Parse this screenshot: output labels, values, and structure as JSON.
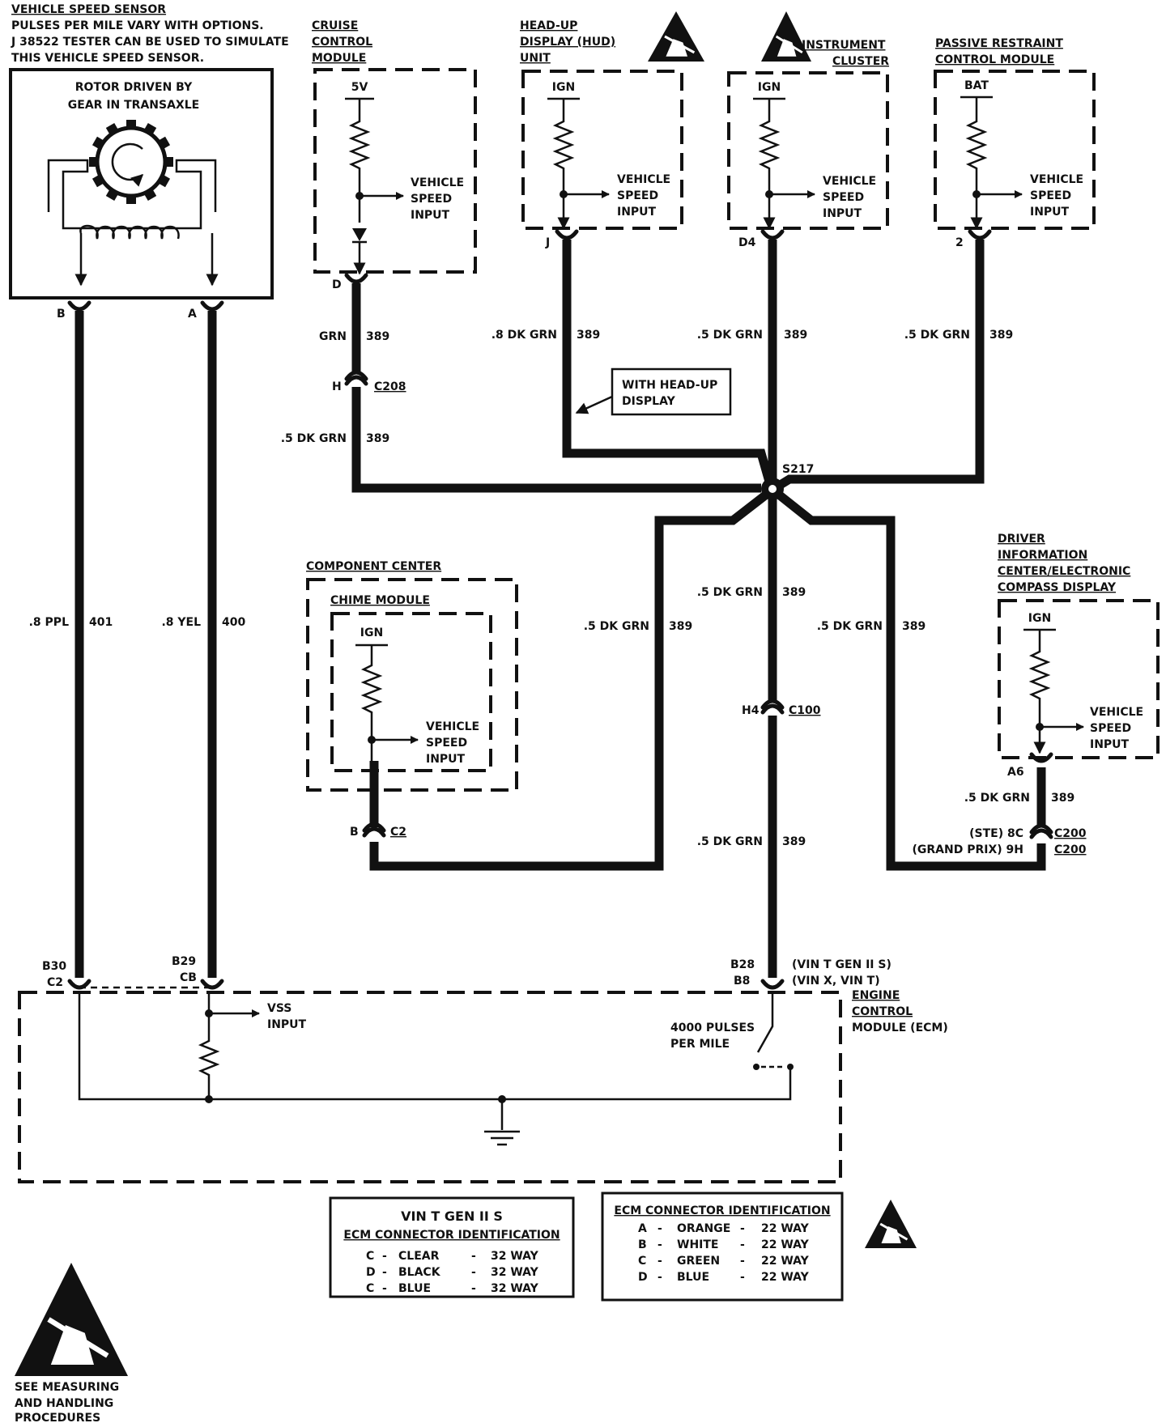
{
  "sensor": {
    "title": "VEHICLE SPEED SENSOR",
    "note1": "PULSES PER MILE VARY WITH OPTIONS.",
    "note2": "J 38522 TESTER CAN BE USED TO SIMULATE",
    "note3": "THIS VEHICLE SPEED SENSOR.",
    "rotor1": "ROTOR DRIVEN BY",
    "rotor2": "GEAR IN TRANSAXLE",
    "pin_b": "B",
    "pin_a": "A",
    "wire_b_gauge": ".8 PPL",
    "wire_b_circuit": "401",
    "wire_a_gauge": ".8 YEL",
    "wire_a_circuit": "400"
  },
  "cruise": {
    "title1": "CRUISE",
    "title2": "CONTROL",
    "title3": "MODULE",
    "supply": "5V",
    "out1": "VEHICLE",
    "out2": "SPEED",
    "out3": "INPUT",
    "pin": "D",
    "wire_gauge": "GRN",
    "wire_circuit": "389",
    "conn_pin": "H",
    "conn_name": "C208",
    "wire2_gauge": ".5 DK GRN",
    "wire2_circuit": "389"
  },
  "hud": {
    "title1": "HEAD-UP",
    "title2": "DISPLAY (HUD)",
    "title3": "UNIT",
    "supply": "IGN",
    "out1": "VEHICLE",
    "out2": "SPEED",
    "out3": "INPUT",
    "pin": "J",
    "wire_gauge": ".8 DK GRN",
    "wire_circuit": "389",
    "note1": "WITH HEAD-UP",
    "note2": "DISPLAY"
  },
  "cluster": {
    "title1": "INSTRUMENT",
    "title2": "CLUSTER",
    "supply": "IGN",
    "out1": "VEHICLE",
    "out2": "SPEED",
    "out3": "INPUT",
    "pin": "D4",
    "wire_gauge": ".5 DK GRN",
    "wire_circuit": "389"
  },
  "restraint": {
    "title1": "PASSIVE RESTRAINT",
    "title2": "CONTROL MODULE",
    "supply": "BAT",
    "out1": "VEHICLE",
    "out2": "SPEED",
    "out3": "INPUT",
    "pin": "2",
    "wire_gauge": ".5 DK GRN",
    "wire_circuit": "389"
  },
  "splice": {
    "name": "S217"
  },
  "chime": {
    "outer_title": "COMPONENT CENTER",
    "title": "CHIME MODULE",
    "supply": "IGN",
    "out1": "VEHICLE",
    "out2": "SPEED",
    "out3": "INPUT",
    "conn_pin": "B",
    "conn_name": "C2",
    "wire_gauge": ".5 DK GRN",
    "wire_circuit": "389"
  },
  "center": {
    "wire1_gauge": ".5 DK GRN",
    "wire1_circuit": "389",
    "conn_pin": "H4",
    "conn_name": "C100",
    "wire2_gauge": ".5 DK GRN",
    "wire2_circuit": "389"
  },
  "dic": {
    "title1": "DRIVER",
    "title2": "INFORMATION",
    "title3": "CENTER/ELECTRONIC",
    "title4": "COMPASS DISPLAY",
    "supply": "IGN",
    "out1": "VEHICLE",
    "out2": "SPEED",
    "out3": "INPUT",
    "pin": "A6",
    "wire_gauge": ".5 DK GRN",
    "wire_circuit": "389",
    "wire2_gauge": ".5 DK GRN",
    "wire2_circuit": "389",
    "conn_ste": "(STE) 8C",
    "conn_gp": "(GRAND PRIX) 9H",
    "conn_name1": "C200",
    "conn_name2": "C200"
  },
  "ecm": {
    "pin_b30": "B30",
    "pin_c2": "C2",
    "pin_b29": "B29",
    "pin_cb": "CB",
    "pin_b28": "B28",
    "pin_b8": "B8",
    "note_b28": "(VIN T  GEN II S)",
    "note_b8": "(VIN X, VIN T)",
    "vss1": "VSS",
    "vss2": "INPUT",
    "pulses1": "4000 PULSES",
    "pulses2": "PER MILE",
    "title1": "ENGINE",
    "title2": "CONTROL",
    "title3": "MODULE (ECM)"
  },
  "table1": {
    "title": "VIN T  GEN II S",
    "subtitle": "ECM CONNECTOR IDENTIFICATION",
    "rows": [
      {
        "letter": "C",
        "sep": "-",
        "color": "CLEAR",
        "dash": "-",
        "size": "32 WAY"
      },
      {
        "letter": "D",
        "sep": "-",
        "color": "BLACK",
        "dash": "-",
        "size": "32 WAY"
      },
      {
        "letter": "C",
        "sep": "-",
        "color": "BLUE",
        "dash": "-",
        "size": "32 WAY"
      }
    ]
  },
  "table2": {
    "title": "ECM CONNECTOR IDENTIFICATION",
    "rows": [
      {
        "letter": "A",
        "sep": "-",
        "color": "ORANGE",
        "dash": "-",
        "size": "22 WAY"
      },
      {
        "letter": "B",
        "sep": "-",
        "color": "WHITE",
        "dash": "-",
        "size": "22 WAY"
      },
      {
        "letter": "C",
        "sep": "-",
        "color": "GREEN",
        "dash": "-",
        "size": "22 WAY"
      },
      {
        "letter": "D",
        "sep": "-",
        "color": "BLUE",
        "dash": "-",
        "size": "22 WAY"
      }
    ]
  },
  "esd": {
    "line1": "SEE MEASURING",
    "line2": "AND HANDLING",
    "line3": "PROCEDURES"
  }
}
